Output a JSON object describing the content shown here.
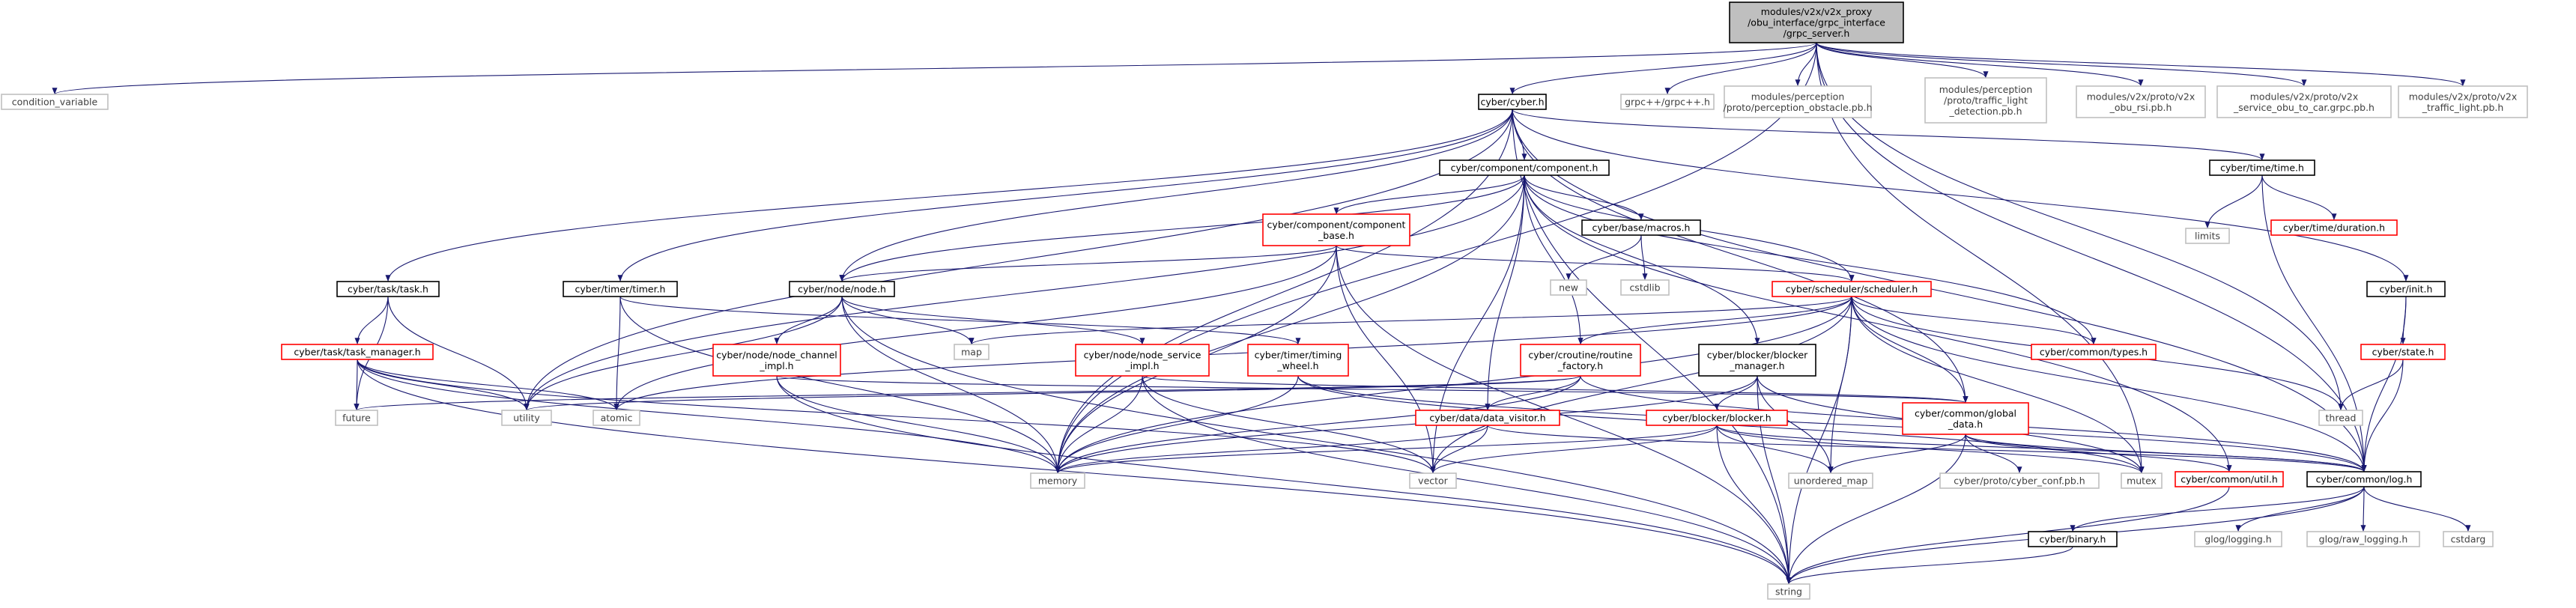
{
  "colors": {
    "edge": "#191970",
    "root_fill": "#bfbfbf",
    "root_border": "#000000",
    "header_border": "#000000",
    "incomplete_border": "#ff0000",
    "external_border": "#bfbfbf",
    "text": "#000000",
    "external_text": "#404040"
  },
  "graph": {
    "nodes": [
      {
        "id": "root",
        "lines": [
          "modules/v2x/v2x_proxy",
          "/obu_interface/grpc_interface",
          "/grpc_server.h"
        ],
        "kind": "root"
      },
      {
        "id": "condition_variable",
        "lines": [
          "condition_variable"
        ],
        "kind": "external"
      },
      {
        "id": "cyber_h",
        "lines": [
          "cyber/cyber.h"
        ],
        "kind": "header"
      },
      {
        "id": "grpcpp",
        "lines": [
          "grpc++/grpc++.h"
        ],
        "kind": "external"
      },
      {
        "id": "perception_obstacle",
        "lines": [
          "modules/perception",
          "/proto/perception_obstacle.pb.h"
        ],
        "kind": "external"
      },
      {
        "id": "traffic_light_detection",
        "lines": [
          "modules/perception",
          "/proto/traffic_light",
          "_detection.pb.h"
        ],
        "kind": "external"
      },
      {
        "id": "obu_rsi",
        "lines": [
          "modules/v2x/proto/v2x",
          "_obu_rsi.pb.h"
        ],
        "kind": "external"
      },
      {
        "id": "service_obu_to_car",
        "lines": [
          "modules/v2x/proto/v2x",
          "_service_obu_to_car.grpc.pb.h"
        ],
        "kind": "external"
      },
      {
        "id": "v2x_traffic_light",
        "lines": [
          "modules/v2x/proto/v2x",
          "_traffic_light.pb.h"
        ],
        "kind": "external"
      },
      {
        "id": "component_h",
        "lines": [
          "cyber/component/component.h"
        ],
        "kind": "header"
      },
      {
        "id": "time_h",
        "lines": [
          "cyber/time/time.h"
        ],
        "kind": "header"
      },
      {
        "id": "limits",
        "lines": [
          "limits"
        ],
        "kind": "external"
      },
      {
        "id": "duration_h",
        "lines": [
          "cyber/time/duration.h"
        ],
        "kind": "incomplete"
      },
      {
        "id": "component_base_h",
        "lines": [
          "cyber/component/component",
          "_base.h"
        ],
        "kind": "incomplete"
      },
      {
        "id": "macros_h",
        "lines": [
          "cyber/base/macros.h"
        ],
        "kind": "header"
      },
      {
        "id": "new",
        "lines": [
          "new"
        ],
        "kind": "external"
      },
      {
        "id": "cstdlib",
        "lines": [
          "cstdlib"
        ],
        "kind": "external"
      },
      {
        "id": "init_h",
        "lines": [
          "cyber/init.h"
        ],
        "kind": "header"
      },
      {
        "id": "state_h",
        "lines": [
          "cyber/state.h"
        ],
        "kind": "incomplete"
      },
      {
        "id": "task_h",
        "lines": [
          "cyber/task/task.h"
        ],
        "kind": "header"
      },
      {
        "id": "timer_h",
        "lines": [
          "cyber/timer/timer.h"
        ],
        "kind": "header"
      },
      {
        "id": "node_h",
        "lines": [
          "cyber/node/node.h"
        ],
        "kind": "header"
      },
      {
        "id": "scheduler_h",
        "lines": [
          "cyber/scheduler/scheduler.h"
        ],
        "kind": "incomplete"
      },
      {
        "id": "task_manager_h",
        "lines": [
          "cyber/task/task_manager.h"
        ],
        "kind": "incomplete"
      },
      {
        "id": "node_channel_impl_h",
        "lines": [
          "cyber/node/node_channel",
          "_impl.h"
        ],
        "kind": "incomplete"
      },
      {
        "id": "node_service_impl_h",
        "lines": [
          "cyber/node/node_service",
          "_impl.h"
        ],
        "kind": "incomplete"
      },
      {
        "id": "timing_wheel_h",
        "lines": [
          "cyber/timer/timing",
          "_wheel.h"
        ],
        "kind": "incomplete"
      },
      {
        "id": "routine_factory_h",
        "lines": [
          "cyber/croutine/routine",
          "_factory.h"
        ],
        "kind": "incomplete"
      },
      {
        "id": "blocker_manager_h",
        "lines": [
          "cyber/blocker/blocker",
          "_manager.h"
        ],
        "kind": "header"
      },
      {
        "id": "types_h",
        "lines": [
          "cyber/common/types.h"
        ],
        "kind": "incomplete"
      },
      {
        "id": "map",
        "lines": [
          "map"
        ],
        "kind": "external"
      },
      {
        "id": "future",
        "lines": [
          "future"
        ],
        "kind": "external"
      },
      {
        "id": "utility",
        "lines": [
          "utility"
        ],
        "kind": "external"
      },
      {
        "id": "atomic",
        "lines": [
          "atomic"
        ],
        "kind": "external"
      },
      {
        "id": "data_visitor_h",
        "lines": [
          "cyber/data/data_visitor.h"
        ],
        "kind": "incomplete"
      },
      {
        "id": "blocker_h",
        "lines": [
          "cyber/blocker/blocker.h"
        ],
        "kind": "incomplete"
      },
      {
        "id": "global_data_h",
        "lines": [
          "cyber/common/global",
          "_data.h"
        ],
        "kind": "incomplete"
      },
      {
        "id": "thread",
        "lines": [
          "thread"
        ],
        "kind": "external"
      },
      {
        "id": "memory",
        "lines": [
          "memory"
        ],
        "kind": "external"
      },
      {
        "id": "vector",
        "lines": [
          "vector"
        ],
        "kind": "external"
      },
      {
        "id": "unordered_map",
        "lines": [
          "unordered_map"
        ],
        "kind": "external"
      },
      {
        "id": "cyber_conf",
        "lines": [
          "cyber/proto/cyber_conf.pb.h"
        ],
        "kind": "external"
      },
      {
        "id": "mutex",
        "lines": [
          "mutex"
        ],
        "kind": "external"
      },
      {
        "id": "util_h",
        "lines": [
          "cyber/common/util.h"
        ],
        "kind": "incomplete"
      },
      {
        "id": "log_h",
        "lines": [
          "cyber/common/log.h"
        ],
        "kind": "header"
      },
      {
        "id": "binary_h",
        "lines": [
          "cyber/binary.h"
        ],
        "kind": "header"
      },
      {
        "id": "glog_logging",
        "lines": [
          "glog/logging.h"
        ],
        "kind": "external"
      },
      {
        "id": "glog_raw_logging",
        "lines": [
          "glog/raw_logging.h"
        ],
        "kind": "external"
      },
      {
        "id": "cstdarg",
        "lines": [
          "cstdarg"
        ],
        "kind": "external"
      },
      {
        "id": "string",
        "lines": [
          "string"
        ],
        "kind": "external"
      }
    ],
    "edges": [
      [
        "root",
        "condition_variable"
      ],
      [
        "root",
        "cyber_h"
      ],
      [
        "root",
        "grpcpp"
      ],
      [
        "root",
        "perception_obstacle"
      ],
      [
        "root",
        "traffic_light_detection"
      ],
      [
        "root",
        "obu_rsi"
      ],
      [
        "root",
        "service_obu_to_car"
      ],
      [
        "root",
        "v2x_traffic_light"
      ],
      [
        "root",
        "memory"
      ],
      [
        "root",
        "thread"
      ],
      [
        "root",
        "mutex"
      ],
      [
        "root",
        "log_h"
      ],
      [
        "cyber_h",
        "component_h"
      ],
      [
        "cyber_h",
        "time_h"
      ],
      [
        "cyber_h",
        "init_h"
      ],
      [
        "cyber_h",
        "task_h"
      ],
      [
        "cyber_h",
        "timer_h"
      ],
      [
        "cyber_h",
        "node_h"
      ],
      [
        "cyber_h",
        "utility"
      ],
      [
        "cyber_h",
        "memory"
      ],
      [
        "cyber_h",
        "string"
      ],
      [
        "cyber_h",
        "log_h"
      ],
      [
        "cyber_h",
        "global_data_h"
      ],
      [
        "component_h",
        "component_base_h"
      ],
      [
        "component_h",
        "macros_h"
      ],
      [
        "component_h",
        "scheduler_h"
      ],
      [
        "component_h",
        "routine_factory_h"
      ],
      [
        "component_h",
        "blocker_manager_h"
      ],
      [
        "component_h",
        "types_h"
      ],
      [
        "component_h",
        "data_visitor_h"
      ],
      [
        "component_h",
        "utility"
      ],
      [
        "component_h",
        "memory"
      ],
      [
        "component_h",
        "vector"
      ],
      [
        "component_h",
        "util_h"
      ],
      [
        "component_h",
        "node_h"
      ],
      [
        "time_h",
        "limits"
      ],
      [
        "time_h",
        "duration_h"
      ],
      [
        "time_h",
        "log_h"
      ],
      [
        "macros_h",
        "new"
      ],
      [
        "macros_h",
        "cstdlib"
      ],
      [
        "init_h",
        "state_h"
      ],
      [
        "init_h",
        "log_h"
      ],
      [
        "state_h",
        "thread"
      ],
      [
        "state_h",
        "log_h"
      ],
      [
        "component_base_h",
        "node_h"
      ],
      [
        "component_base_h",
        "scheduler_h"
      ],
      [
        "component_base_h",
        "atomic"
      ],
      [
        "component_base_h",
        "memory"
      ],
      [
        "component_base_h",
        "vector"
      ],
      [
        "component_base_h",
        "string"
      ],
      [
        "task_h",
        "task_manager_h"
      ],
      [
        "task_h",
        "future"
      ],
      [
        "task_h",
        "utility"
      ],
      [
        "timer_h",
        "timing_wheel_h"
      ],
      [
        "timer_h",
        "atomic"
      ],
      [
        "timer_h",
        "memory"
      ],
      [
        "node_h",
        "node_channel_impl_h"
      ],
      [
        "node_h",
        "node_service_impl_h"
      ],
      [
        "node_h",
        "map"
      ],
      [
        "node_h",
        "memory"
      ],
      [
        "node_h",
        "string"
      ],
      [
        "node_h",
        "utility"
      ],
      [
        "scheduler_h",
        "routine_factory_h"
      ],
      [
        "scheduler_h",
        "types_h"
      ],
      [
        "scheduler_h",
        "map"
      ],
      [
        "scheduler_h",
        "atomic"
      ],
      [
        "scheduler_h",
        "memory"
      ],
      [
        "scheduler_h",
        "thread"
      ],
      [
        "scheduler_h",
        "unordered_map"
      ],
      [
        "scheduler_h",
        "vector"
      ],
      [
        "scheduler_h",
        "string"
      ],
      [
        "scheduler_h",
        "mutex"
      ],
      [
        "scheduler_h",
        "log_h"
      ],
      [
        "scheduler_h",
        "global_data_h"
      ],
      [
        "task_manager_h",
        "future"
      ],
      [
        "task_manager_h",
        "utility"
      ],
      [
        "task_manager_h",
        "atomic"
      ],
      [
        "task_manager_h",
        "memory"
      ],
      [
        "task_manager_h",
        "string"
      ],
      [
        "task_manager_h",
        "vector"
      ],
      [
        "node_channel_impl_h",
        "memory"
      ],
      [
        "node_channel_impl_h",
        "string"
      ],
      [
        "node_channel_impl_h",
        "global_data_h"
      ],
      [
        "node_service_impl_h",
        "memory"
      ],
      [
        "node_service_impl_h",
        "string"
      ],
      [
        "node_service_impl_h",
        "vector"
      ],
      [
        "node_service_impl_h",
        "global_data_h"
      ],
      [
        "timing_wheel_h",
        "memory"
      ],
      [
        "timing_wheel_h",
        "mutex"
      ],
      [
        "timing_wheel_h",
        "log_h"
      ],
      [
        "routine_factory_h",
        "data_visitor_h"
      ],
      [
        "routine_factory_h",
        "utility"
      ],
      [
        "routine_factory_h",
        "memory"
      ],
      [
        "routine_factory_h",
        "future"
      ],
      [
        "routine_factory_h",
        "log_h"
      ],
      [
        "blocker_manager_h",
        "blocker_h"
      ],
      [
        "blocker_manager_h",
        "memory"
      ],
      [
        "blocker_manager_h",
        "string"
      ],
      [
        "blocker_manager_h",
        "unordered_map"
      ],
      [
        "blocker_manager_h",
        "mutex"
      ],
      [
        "data_visitor_h",
        "memory"
      ],
      [
        "data_visitor_h",
        "vector"
      ],
      [
        "data_visitor_h",
        "log_h"
      ],
      [
        "blocker_h",
        "memory"
      ],
      [
        "blocker_h",
        "string"
      ],
      [
        "blocker_h",
        "vector"
      ],
      [
        "blocker_h",
        "mutex"
      ],
      [
        "blocker_h",
        "unordered_map"
      ],
      [
        "blocker_h",
        "log_h"
      ],
      [
        "global_data_h",
        "unordered_map"
      ],
      [
        "global_data_h",
        "string"
      ],
      [
        "global_data_h",
        "cyber_conf"
      ],
      [
        "global_data_h",
        "util_h"
      ],
      [
        "global_data_h",
        "log_h"
      ],
      [
        "util_h",
        "string"
      ],
      [
        "log_h",
        "binary_h"
      ],
      [
        "log_h",
        "glog_logging"
      ],
      [
        "log_h",
        "glog_raw_logging"
      ],
      [
        "log_h",
        "cstdarg"
      ],
      [
        "log_h",
        "string"
      ],
      [
        "binary_h",
        "string"
      ]
    ]
  }
}
